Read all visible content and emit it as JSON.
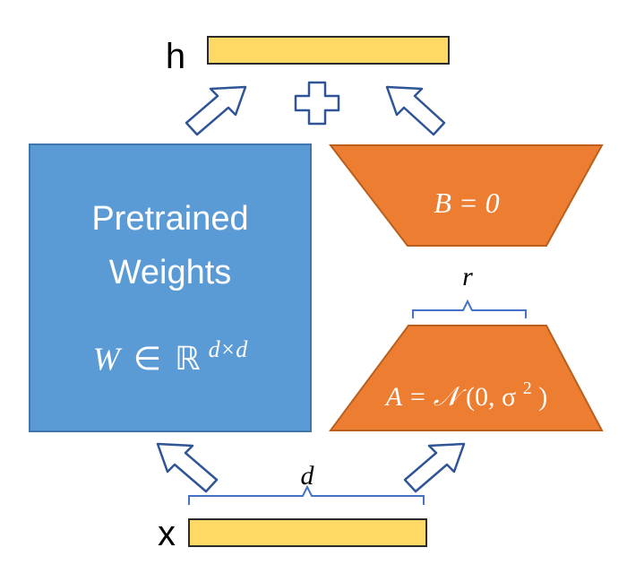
{
  "output_label": "h",
  "input_label": "x",
  "pretrained": {
    "line1": "Pretrained",
    "line2": "Weights",
    "formula_W": "W",
    "formula_in": "∈",
    "formula_R": "ℝ",
    "formula_exp": "d×d"
  },
  "matrix_B": {
    "formula": "B = 0"
  },
  "matrix_A": {
    "formula_lhs": "A = ",
    "formula_N": "𝒩",
    "formula_args": "(0, σ",
    "formula_sq": "2",
    "formula_close": ")"
  },
  "rank_label": "r",
  "dim_label": "d",
  "colors": {
    "pretrained_fill": "#5b9bd5",
    "pretrained_stroke": "#3f76ad",
    "lora_fill": "#ed7d31",
    "lora_stroke": "#b9601e",
    "vector_fill": "#ffd966",
    "vector_stroke": "#2b2b2b",
    "arrow_stroke": "#2f5597",
    "brace_stroke": "#4472c4"
  }
}
